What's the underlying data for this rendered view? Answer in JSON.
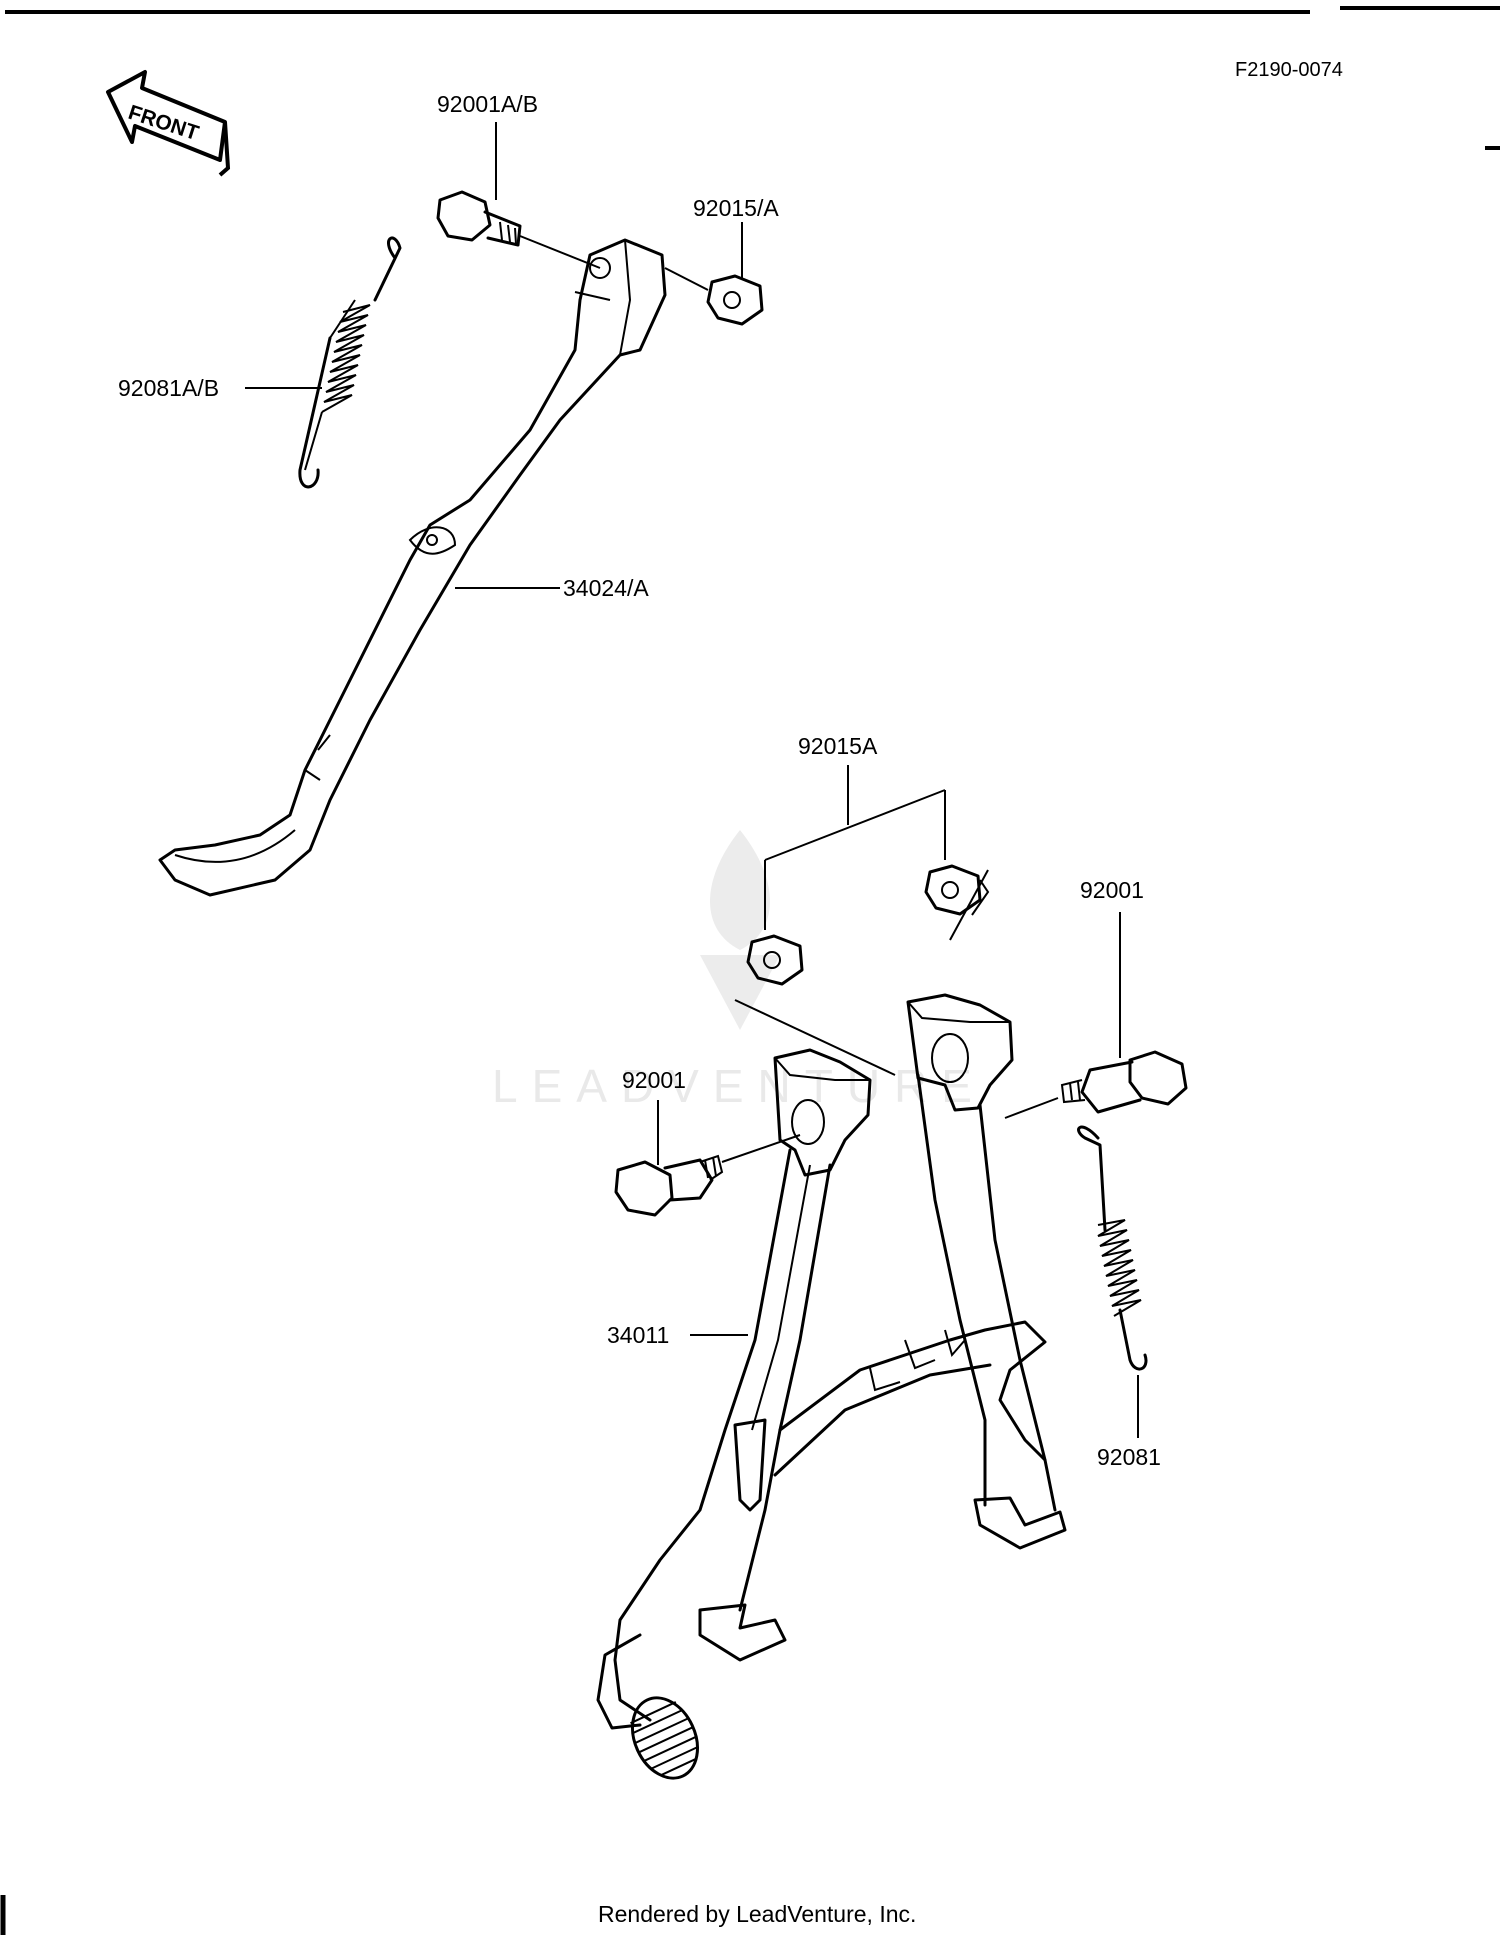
{
  "diagram": {
    "figure_code": "F2190-0074",
    "front_arrow_label": "FRONT",
    "watermark_text": "LEADVENTURE",
    "footer": "Rendered by LeadVenture, Inc.",
    "callouts": {
      "side_stand_bolt": "92001A/B",
      "side_stand_nut": "92015/A",
      "side_stand_spring": "92081A/B",
      "side_stand": "34024/A",
      "center_stand_nuts": "92015A",
      "center_stand_bolt_right": "92001",
      "center_stand_bolt_left": "92001",
      "center_stand": "34011",
      "center_stand_spring": "92081"
    }
  }
}
